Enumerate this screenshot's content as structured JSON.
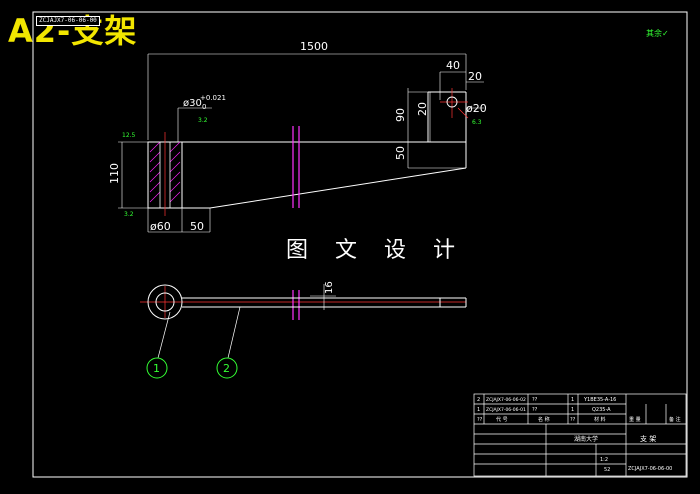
{
  "title": "A2-支架",
  "doc_code": "ZCJAJX7-06-06-00",
  "watermark": "图 文 设 计",
  "roughness_mark": "其余",
  "dims": {
    "overall_length": "1500",
    "tip_offset": "40",
    "tip_dim": "20",
    "bore_diameter": "ø30",
    "bore_tolerance": "+0.021",
    "bore_tolerance_zero": "0",
    "roughness_1": "3.2",
    "roughness_2": "12.5",
    "roughness_3": "3.2",
    "roughness_4": "6.3",
    "height_90": "90",
    "height_20": "20",
    "height_50": "50",
    "hole_phi20": "ø20",
    "height_110": "110",
    "base_phi60": "ø60",
    "base_50": "50",
    "thickness_16": "16"
  },
  "balloons": {
    "b1": "1",
    "b2": "2"
  },
  "title_block": {
    "row2_no": "2",
    "row2_code": "ZCJAJX7-06-06-02",
    "row2_name": "??",
    "row2_qty": "1",
    "row2_mat": "Y1BE35-A-16",
    "row1_no": "1",
    "row1_code": "ZCJAJX7-06-06-01",
    "row1_name": "??",
    "row1_qty": "1",
    "row1_mat": "Q235-A",
    "hdr_no": "??",
    "hdr_code": "代 号",
    "hdr_name": "名 称",
    "hdr_qty": "??",
    "hdr_mat": "材 料",
    "hdr_weight": "重 量",
    "hdr_note": "备 注",
    "school": "湖南大学",
    "part_name": "支 架",
    "part_code": "ZCJAJX7-06-06-00",
    "scale": "1:2",
    "sheet": "52"
  }
}
